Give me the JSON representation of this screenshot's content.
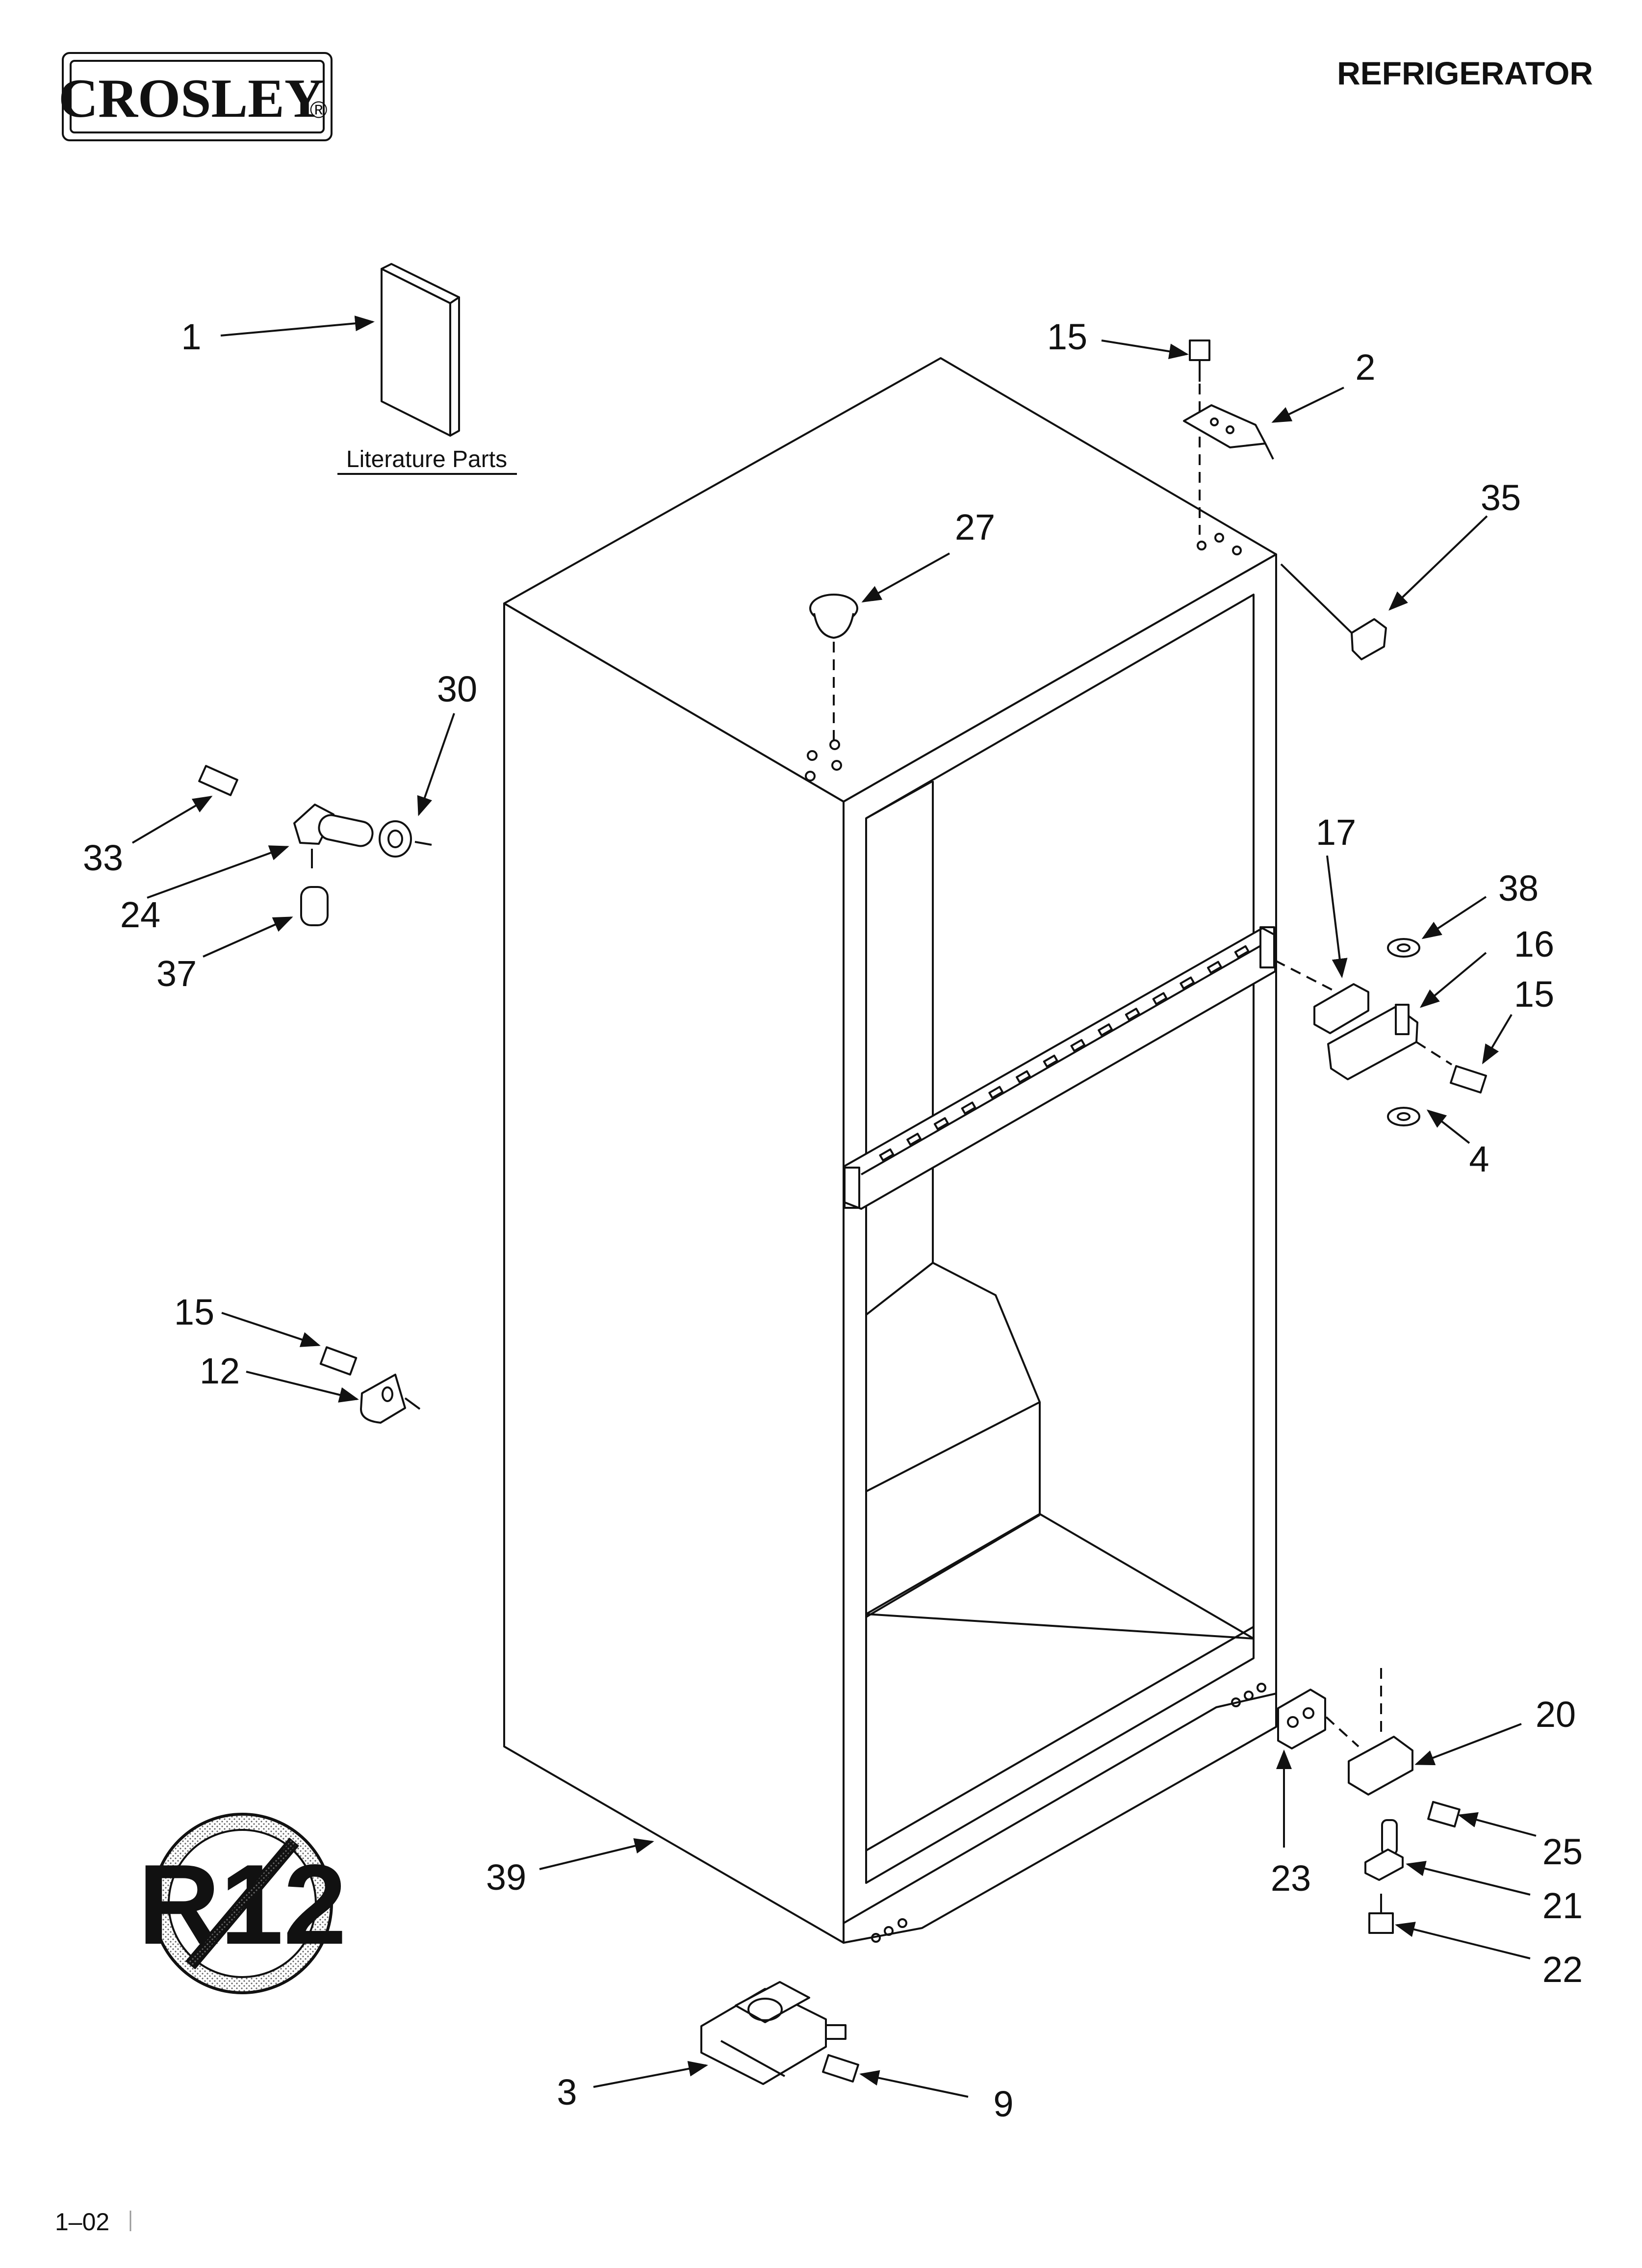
{
  "header": {
    "brand": "CROSLEY",
    "brand_mark": "®",
    "title": "REFRIGERATOR"
  },
  "literature": {
    "label": "Literature Parts"
  },
  "callouts": [
    {
      "num": "1"
    },
    {
      "num": "15"
    },
    {
      "num": "2"
    },
    {
      "num": "35"
    },
    {
      "num": "27"
    },
    {
      "num": "30"
    },
    {
      "num": "33"
    },
    {
      "num": "24"
    },
    {
      "num": "37"
    },
    {
      "num": "17"
    },
    {
      "num": "38"
    },
    {
      "num": "16"
    },
    {
      "num": "15"
    },
    {
      "num": "4"
    },
    {
      "num": "15"
    },
    {
      "num": "12"
    },
    {
      "num": "20"
    },
    {
      "num": "25"
    },
    {
      "num": "23"
    },
    {
      "num": "21"
    },
    {
      "num": "22"
    },
    {
      "num": "39"
    },
    {
      "num": "3"
    },
    {
      "num": "9"
    }
  ],
  "badge": {
    "text": "R12"
  },
  "footer": {
    "code": "1–02"
  }
}
